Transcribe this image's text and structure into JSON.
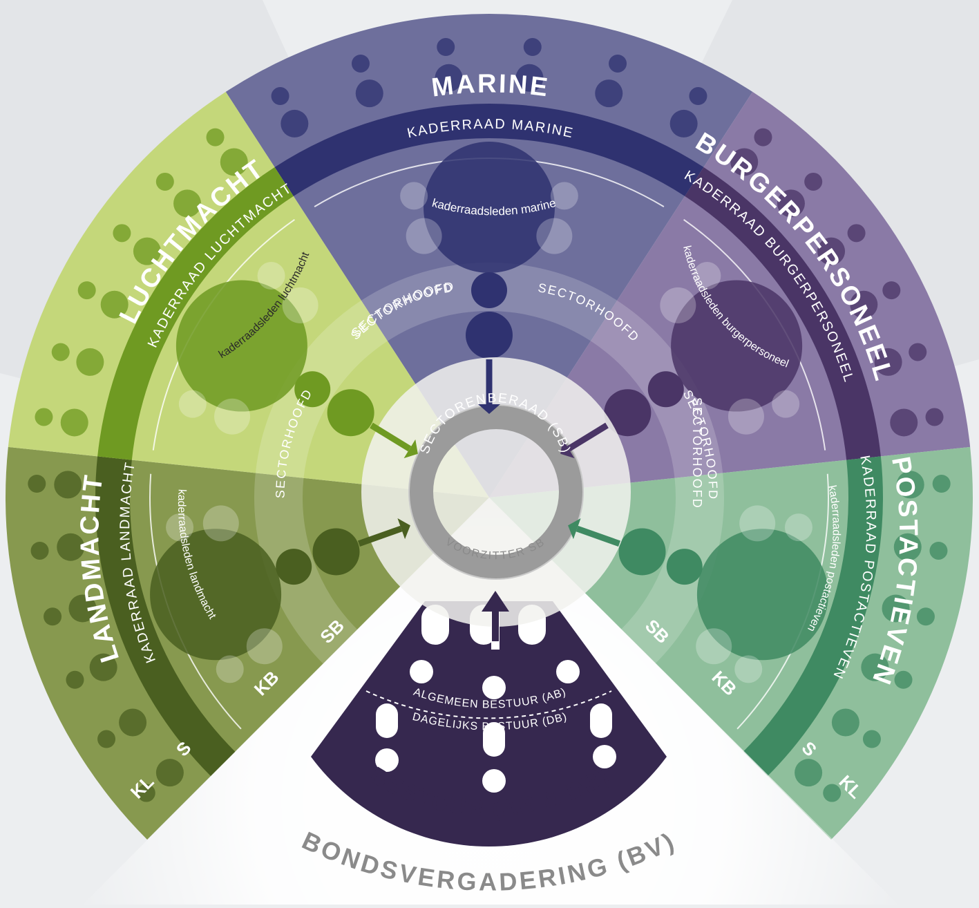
{
  "colors": {
    "background": "#eceef0",
    "marine": "#2f3270",
    "marine_light": "#6e6f9c",
    "burger": "#4a3566",
    "burger_light": "#8a7aa6",
    "post": "#3f8a62",
    "post_light": "#8fbf9c",
    "land": "#4a5f20",
    "land_light": "#87994f",
    "lucht": "#6f9a22",
    "lucht_light": "#c4d77a",
    "bestuur": "#36284f",
    "gray_ring": "#9b9b9b",
    "bond_text": "#8a8a8a"
  },
  "sectors": [
    {
      "id": "marine",
      "title": "MARINE",
      "kaderraad": "KADERRAAD MARINE",
      "leden": "kaderraadsleden marine",
      "sectorhoofd": "SECTORHOOFD",
      "icon": "person-group-icon"
    },
    {
      "id": "burger",
      "title": "BURGERPERSONEEL",
      "kaderraad": "KADERRAAD BURGERPERSONEEL",
      "leden": "kaderraadsleden burgerpersoneel",
      "sectorhoofd": "SECTORHOOFD",
      "icon": "person-group-icon"
    },
    {
      "id": "post",
      "title": "POSTACTIEVEN",
      "kaderraad": "KADERRAAD POSTACTIEVEN",
      "leden": "kaderraadsleden postactieven",
      "sectorhoofd": "SECTORHOOFD",
      "icon": "person-group-icon"
    },
    {
      "id": "land",
      "title": "LANDMACHT",
      "kaderraad": "KADERRAAD LANDMACHT",
      "leden": "kaderraadsleden landmacht",
      "sectorhoofd": "SECTORHOOFD",
      "icon": "person-group-icon"
    },
    {
      "id": "lucht",
      "title": "LUCHTMACHT",
      "kaderraad": "KADERRAAD LUCHTMACHT",
      "leden": "kaderraadsleden luchtmacht",
      "sectorhoofd": "SECTORHOOFD",
      "icon": "person-group-icon"
    }
  ],
  "center": {
    "sectorenberaad": "SECTORENBERAAD (SB)",
    "voorzitter": "VOORZITTER SB"
  },
  "bestuur": {
    "title": "BESTUUR (AB & DB)",
    "ab": "ALGEMEEN BESTUUR (AB)",
    "db": "DAGELIJKS BESTUUR (DB)"
  },
  "bondsvergadering": "BONDSVERGADERING (BV)",
  "abbreviations": {
    "sb": "SB",
    "kb": "KB",
    "s": "S",
    "kl": "KL"
  }
}
